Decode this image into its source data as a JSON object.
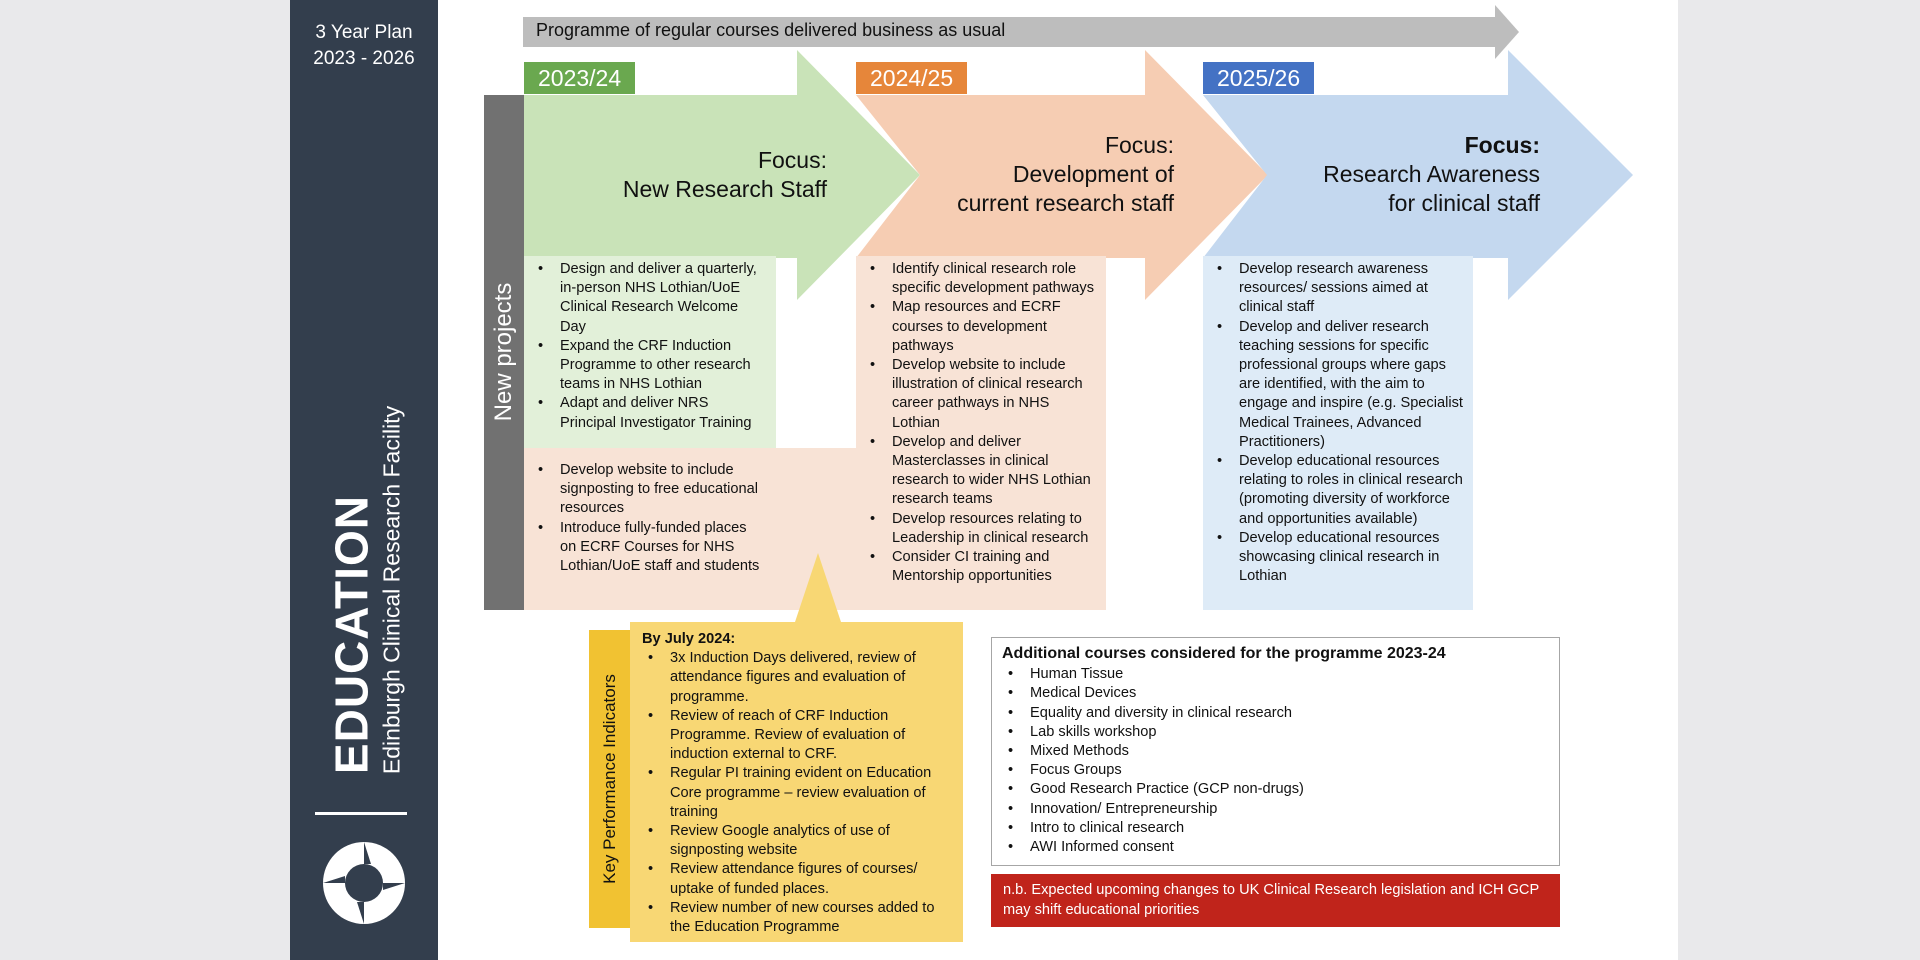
{
  "sidebar": {
    "plan_title": "3 Year Plan",
    "plan_years": "2023 - 2026",
    "title": "EDUCATION",
    "subtitle": "Edinburgh Clinical Research Facility",
    "logo_icon": "ecrf-ring-logo-icon"
  },
  "banner": {
    "label": "Programme of regular courses delivered business as usual",
    "color": "#bdbdbd"
  },
  "new_projects_label": "New projects",
  "phases": [
    {
      "year": "2023/24",
      "tab_color": "#6aa84f",
      "arrow_color": "#c9e3b8",
      "focus_line1": "Focus:",
      "focus_line2": "New Research Staff",
      "focus_line3": "",
      "items": [
        "Design and deliver a quarterly, in-person NHS Lothian/UoE Clinical Research Welcome Day",
        "Expand the CRF Induction Programme to other research teams in NHS Lothian",
        "Adapt and deliver NRS Principal Investigator Training"
      ],
      "items_b": [
        "Develop website to include signposting to free educational resources",
        "Introduce fully-funded places on ECRF Courses for NHS Lothian/UoE staff and students"
      ]
    },
    {
      "year": "2024/25",
      "tab_color": "#e6863a",
      "arrow_color": "#f6cdb3",
      "focus_line1": "Focus:",
      "focus_line2": "Development of",
      "focus_line3": "current research staff",
      "items": [
        "Identify clinical research role specific development pathways",
        "Map resources and ECRF courses to development pathways",
        "Develop website to include illustration of clinical research career pathways in NHS Lothian",
        "Develop and deliver Masterclasses in clinical research to wider NHS Lothian research teams",
        "Develop resources relating to Leadership in clinical research",
        "Consider CI training and Mentorship opportunities"
      ]
    },
    {
      "year": "2025/26",
      "tab_color": "#4472c4",
      "arrow_color": "#c4d8ef",
      "focus_line1": "Focus:",
      "focus_line2": "Research Awareness",
      "focus_line3": "for clinical staff",
      "items": [
        "Develop research awareness resources/ sessions aimed at clinical staff",
        "Develop and deliver research teaching sessions for specific professional groups where gaps are identified, with the aim to engage and inspire (e.g. Specialist Medical Trainees, Advanced Practitioners)",
        "Develop educational resources relating to roles in clinical research (promoting diversity of workforce and opportunities available)",
        "Develop educational resources showcasing clinical research in Lothian"
      ]
    }
  ],
  "kpi": {
    "side_label": "Key Performance Indicators",
    "heading": "By July 2024:",
    "items": [
      "3x Induction Days delivered, review of attendance figures and evaluation of programme.",
      "Review of reach of CRF Induction Programme. Review of evaluation of induction external to CRF.",
      "Regular PI training evident on Education Core programme – review evaluation of training",
      "Review Google analytics of use of signposting website",
      "Review attendance figures of courses/ uptake of funded places.",
      "Review number of new courses added to the Education Programme"
    ]
  },
  "additional": {
    "heading": "Additional courses considered for the programme 2023-24",
    "items": [
      "Human Tissue",
      "Medical Devices",
      "Equality and diversity in clinical research",
      "Lab skills workshop",
      "Mixed Methods",
      "Focus Groups",
      "Good Research Practice (GCP non-drugs)",
      "Innovation/ Entrepreneurship",
      "Intro to clinical research",
      "AWI Informed consent"
    ]
  },
  "note": "n.b. Expected upcoming changes to UK Clinical Research legislation and ICH GCP may shift educational priorities"
}
